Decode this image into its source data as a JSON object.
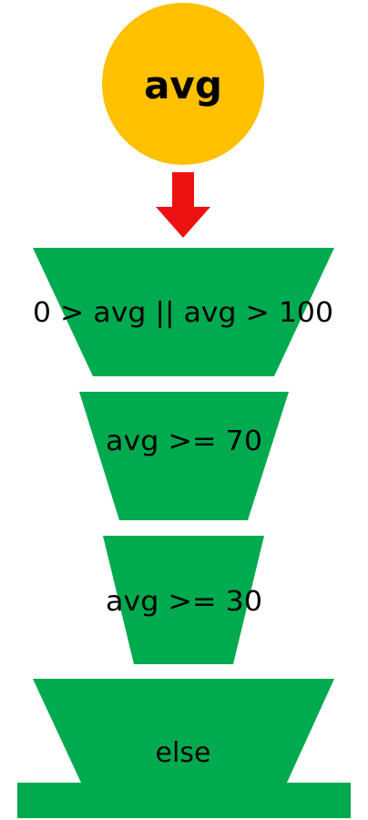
{
  "diagram": {
    "input_node": {
      "label": "avg",
      "color": "#FFC000"
    },
    "arrow_color": "#EE1111",
    "filter_color": "#00AA4F",
    "stages": [
      {
        "label": "0 > avg || avg > 100"
      },
      {
        "label": "avg >= 70"
      },
      {
        "label": "avg >= 30"
      },
      {
        "label": "else"
      }
    ]
  }
}
